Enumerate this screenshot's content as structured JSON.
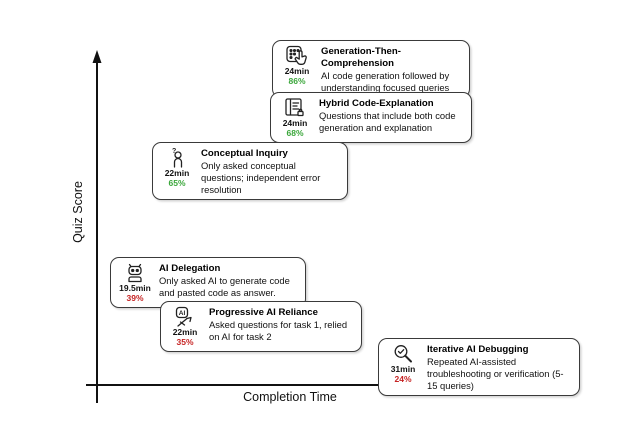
{
  "figure": {
    "xlabel": "Completion Time",
    "ylabel": "Quiz Score"
  },
  "colors": {
    "score_high": "#3aa63a",
    "score_low": "#c62323",
    "axis": "#111111",
    "box_border": "#3a3a3a"
  },
  "boxes": [
    {
      "title": "Generation-Then-Comprehension",
      "description": "AI code generation followed by understanding focused queries",
      "time": "24min",
      "score": "86%",
      "tone": "good",
      "icon": "tap-generate-icon"
    },
    {
      "title": "Hybrid Code-Explanation",
      "description": "Questions that include both code generation and explanation",
      "time": "24min",
      "score": "68%",
      "tone": "good",
      "icon": "code-document-icon"
    },
    {
      "title": "Conceptual Inquiry",
      "description": "Only asked conceptual questions; independent error resolution",
      "time": "22min",
      "score": "65%",
      "tone": "good",
      "icon": "thinking-person-icon"
    },
    {
      "title": "AI Delegation",
      "description": "Only asked AI to generate code and pasted code as answer.",
      "time": "19.5min",
      "score": "39%",
      "tone": "bad",
      "icon": "robot-icon"
    },
    {
      "title": "Progressive AI Reliance",
      "description": "Asked questions for task 1, relied on AI for task 2",
      "time": "22min",
      "score": "35%",
      "tone": "bad",
      "icon": "ai-trend-icon"
    },
    {
      "title": "Iterative AI Debugging",
      "description": "Repeated AI-assisted troubleshooting or verification (5-15 queries)",
      "time": "31min",
      "score": "24%",
      "tone": "bad",
      "icon": "magnifier-check-icon"
    }
  ],
  "chart_data": {
    "type": "scatter",
    "title": "",
    "xlabel": "Completion Time",
    "ylabel": "Quiz Score",
    "grid": false,
    "legend": false,
    "points": [
      {
        "label": "Generation-Then-Comprehension",
        "completion_time_min": 24,
        "quiz_score_pct": 86,
        "description": "AI code generation followed by understanding focused queries"
      },
      {
        "label": "Hybrid Code-Explanation",
        "completion_time_min": 24,
        "quiz_score_pct": 68,
        "description": "Questions that include both code generation and explanation"
      },
      {
        "label": "Conceptual Inquiry",
        "completion_time_min": 22,
        "quiz_score_pct": 65,
        "description": "Only asked conceptual questions; independent error resolution"
      },
      {
        "label": "AI Delegation",
        "completion_time_min": 19.5,
        "quiz_score_pct": 39,
        "description": "Only asked AI to generate code and pasted code as answer."
      },
      {
        "label": "Progressive AI Reliance",
        "completion_time_min": 22,
        "quiz_score_pct": 35,
        "description": "Asked questions for task 1, relied on AI for task 2"
      },
      {
        "label": "Iterative AI Debugging",
        "completion_time_min": 31,
        "quiz_score_pct": 24,
        "description": "Repeated AI-assisted troubleshooting or verification (5-15 queries)"
      }
    ]
  }
}
